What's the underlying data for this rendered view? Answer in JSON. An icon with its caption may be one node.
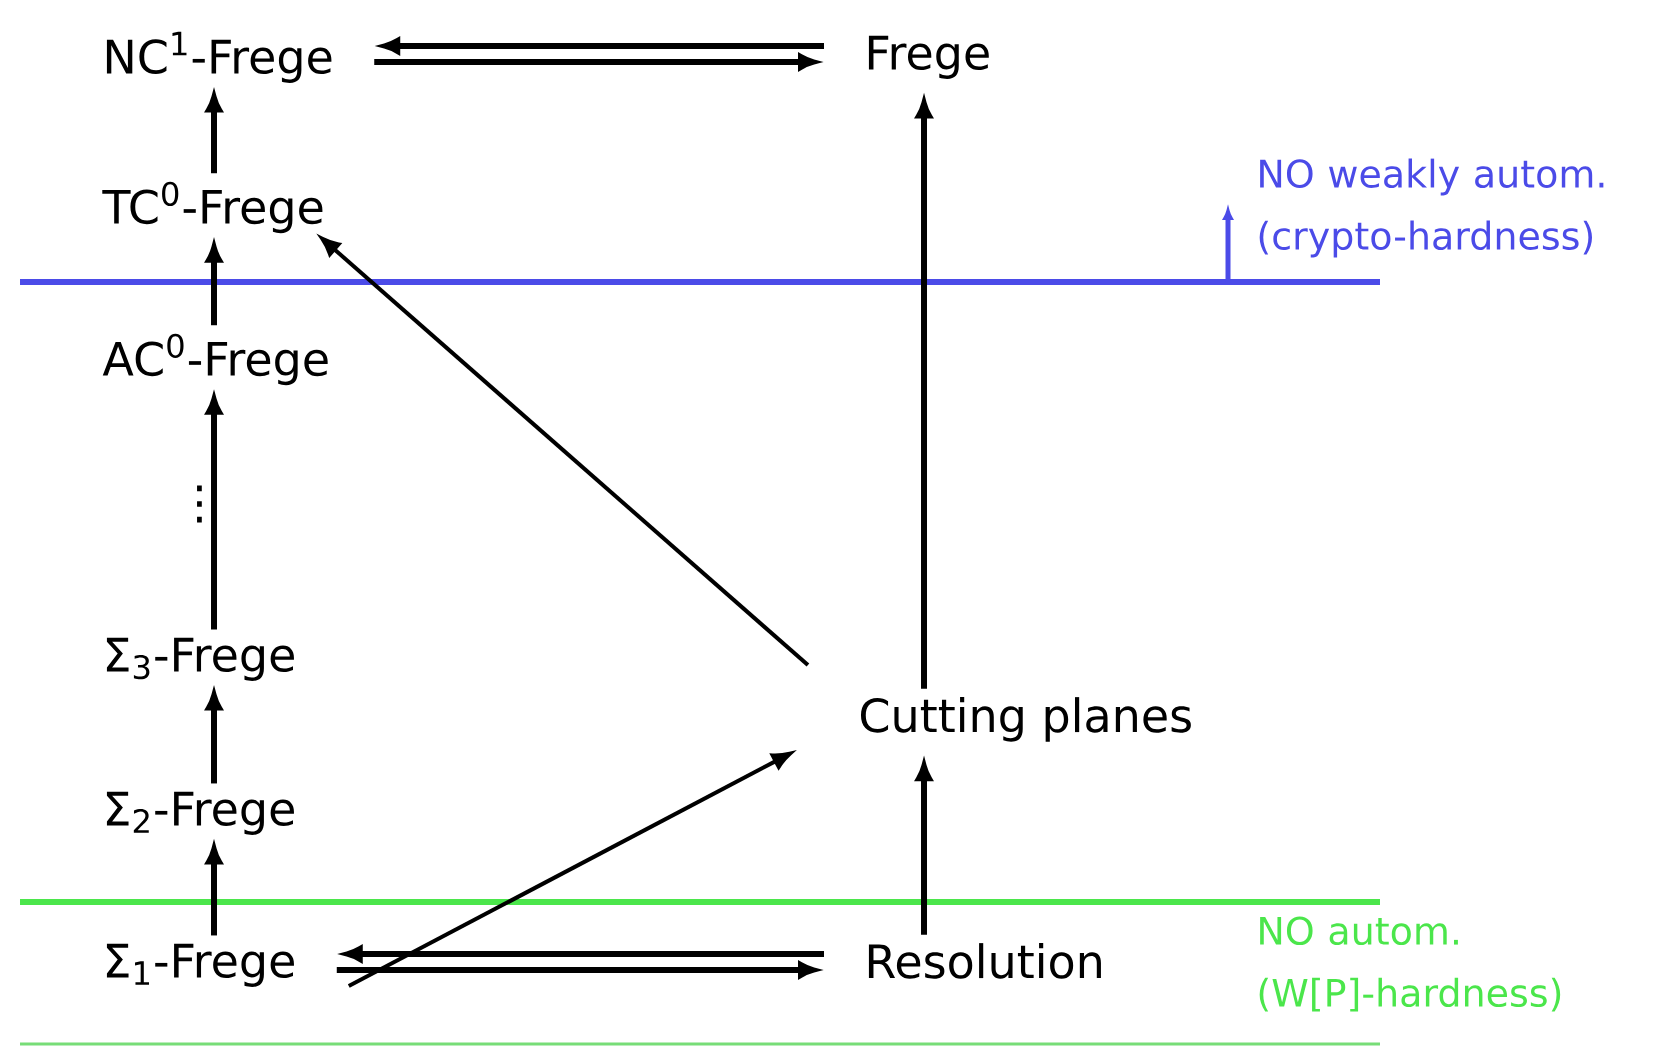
{
  "diagram": {
    "nodes": [
      {
        "text": [
          "NC$^{1}$-Frege"
        ]
      },
      {
        "text": [
          "Frege"
        ]
      },
      {
        "text": [
          "TC$^{0}$-Frege"
        ]
      },
      {
        "text": [
          "AC$^{0}$-Frege"
        ]
      },
      {
        "text": [
          "Σ$_{3}$-Frege"
        ]
      },
      {
        "text": [
          "Σ$_{2}$-Frege"
        ]
      },
      {
        "text": [
          "Σ$_{1}$-Frege"
        ]
      },
      {
        "text": [
          "Cutting planes"
        ]
      },
      {
        "text": [
          "Resolution"
        ]
      }
    ],
    "edges": [
      {
        "from": 1,
        "to": 0,
        "arrow": "to"
      },
      {
        "from": 0,
        "to": 1,
        "arrow": "to"
      },
      {
        "from": 2,
        "to": 0,
        "arrow": "to"
      },
      {
        "from": 3,
        "to": 2,
        "arrow": "to"
      },
      {
        "from": 4,
        "to": 3,
        "arrow": "to"
      },
      {
        "from": 5,
        "to": 4,
        "arrow": "to"
      },
      {
        "from": 6,
        "to": 5,
        "arrow": "to"
      },
      {
        "from": 7,
        "to": 2,
        "arrow": "to"
      },
      {
        "from": 8,
        "to": 7,
        "arrow": "to"
      },
      {
        "from": 7,
        "to": 1,
        "arrow": "to"
      },
      {
        "from": 6,
        "to": 7,
        "arrow": "to"
      },
      {
        "from": 8,
        "to": 6,
        "arrow": "to"
      },
      {
        "from": 6,
        "to": 8,
        "arrow": "to"
      }
    ],
    "labels": [
      "NO weakly autom. (crypto-hardness)",
      "⋮",
      "NO autom. (W[P]-hardness)"
    ]
  }
}
